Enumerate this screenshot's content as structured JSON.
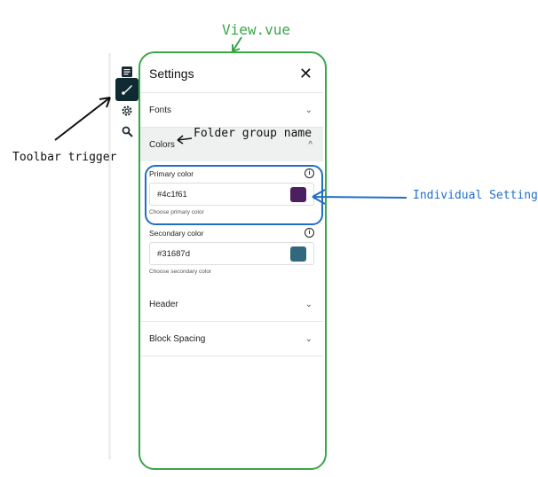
{
  "toolbar": {
    "items": [
      {
        "name": "document-icon"
      },
      {
        "name": "brush-icon",
        "active": true
      },
      {
        "name": "gear-icon"
      },
      {
        "name": "search-icon"
      }
    ]
  },
  "panel": {
    "title": "Settings",
    "groups": [
      {
        "label": "Fonts",
        "open": false
      },
      {
        "label": "Colors",
        "open": true
      },
      {
        "label": "Header",
        "open": false
      },
      {
        "label": "Block Spacing",
        "open": false
      }
    ],
    "settings": [
      {
        "label": "Primary color",
        "value": "#4c1f61",
        "help": "Choose primary color",
        "swatch": "#4c1f61"
      },
      {
        "label": "Secondary color",
        "value": "#31687d",
        "help": "Choose secondary color",
        "swatch": "#31687d"
      }
    ]
  },
  "annotations": {
    "view": "View.vue",
    "folder": "Folder group name",
    "toolbar": "Toolbar trigger",
    "setting": "Individual Setting"
  },
  "colors": {
    "green": "#3aa64a",
    "blue": "#1f6fc8",
    "active": "#0f2a33"
  }
}
